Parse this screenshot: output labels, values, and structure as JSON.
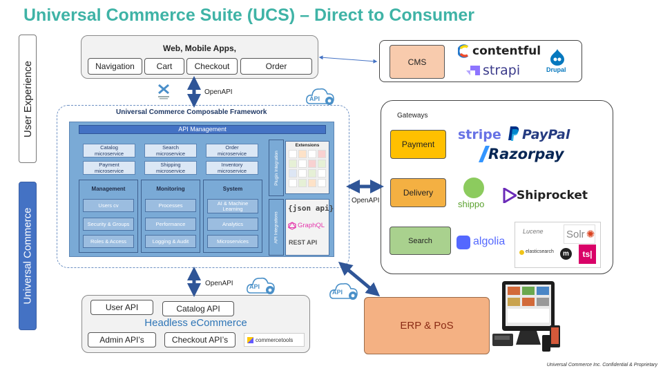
{
  "title": "Universal Commerce Suite (UCS) – Direct to Consumer",
  "side_labels": {
    "user_experience": "User Experience",
    "universal_commerce": "Universal Commerce"
  },
  "web_apps": {
    "title": "Web, Mobile Apps,",
    "items": [
      "Navigation",
      "Cart",
      "Checkout",
      "Order"
    ]
  },
  "openapi_top": "OpenAPI",
  "openapi_mid": "OpenAPI",
  "openapi_bottom": "OpenAPI",
  "api_badge": "API",
  "framework": {
    "title": "Universal Commerce Composable Framework",
    "api_management": "API Management",
    "microservices": [
      [
        "Catalog",
        "microservice"
      ],
      [
        "Search",
        "microservice"
      ],
      [
        "Order",
        "microservice"
      ],
      [
        "Payment",
        "microservice"
      ],
      [
        "Shipping",
        "microservice"
      ],
      [
        "Inventory",
        "microservice"
      ]
    ],
    "groups": [
      {
        "title": "Management",
        "items": [
          "Users cv",
          "Security & Groups",
          "Roles & Access"
        ]
      },
      {
        "title": "Monitoring",
        "items": [
          "Processes",
          "Performance",
          "Logging & Audit"
        ]
      },
      {
        "title": "System",
        "items": [
          "AI & Machine Learning",
          "Analytics",
          "Microservices"
        ]
      }
    ],
    "plugin_integration": "Plugin Integration",
    "api_integrations": "API Integrations",
    "extensions": "Extensions",
    "json_api": "{json api}",
    "graphql": "GraphQL",
    "rest_api": "REST API"
  },
  "cms": {
    "label": "CMS",
    "logos": [
      "contentful",
      "strapi",
      "Drupal"
    ]
  },
  "gateways": {
    "title": "Gateways",
    "payment": {
      "label": "Payment",
      "color": "#ffc000",
      "logos": [
        "stripe",
        "PayPal",
        "Razorpay"
      ]
    },
    "delivery": {
      "label": "Delivery",
      "color": "#f4b042",
      "logos": [
        "shippo",
        "Shiprocket"
      ]
    },
    "search": {
      "label": "Search",
      "color": "#a9d18e",
      "logos": [
        "algolia",
        "Lucene",
        "Solr",
        "elasticsearch",
        "m",
        "ts|"
      ]
    }
  },
  "headless": {
    "title": "Headless eCommerce",
    "apis": [
      "User API",
      "Catalog API",
      "Admin API’s",
      "Checkout API’s"
    ],
    "logo": "commercetools"
  },
  "erp": {
    "label": "ERP & PoS",
    "color": "#f4b183"
  },
  "footer": "Universal Commerce Inc. Confidential & Proprietary",
  "colors": {
    "title": "#3fb3a6",
    "accent_blue": "#4472c4",
    "arrow_blue": "#2f5597"
  }
}
